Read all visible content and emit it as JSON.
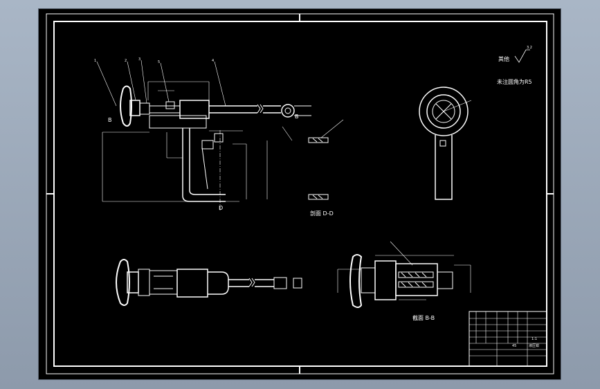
{
  "annotations": {
    "roughness_prefix": "其他",
    "roughness_value": "3.2",
    "note_fillet": "未注圆角为R5",
    "section_label_a": "剖面 D-D",
    "section_label_b": "截面 B-B",
    "callout_b": "B",
    "callout_d": "D"
  },
  "balloons": [
    "1",
    "2",
    "3",
    "5",
    "4"
  ],
  "title_block": {
    "scale": "1:1",
    "drawing_name": "液压钳",
    "material": "45"
  },
  "colors": {
    "background": "#000000",
    "lines": "#ffffff",
    "outer": "#98a6b8"
  }
}
